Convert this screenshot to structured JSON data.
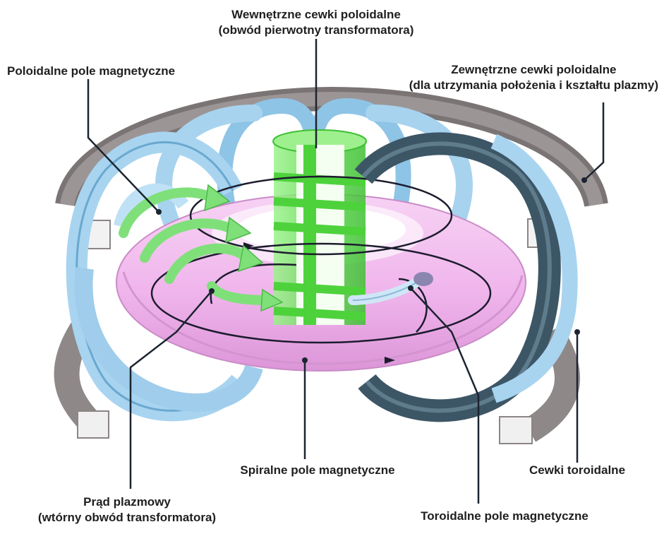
{
  "labels": {
    "inner_coils_line1": "Wewnętrzne cewki poloidalne",
    "inner_coils_line2": "(obwód pierwotny transformatora)",
    "poloidal_field": "Poloidalne pole magnetyczne",
    "outer_coils_line1": "Zewnętrzne cewki poloidalne",
    "outer_coils_line2": "(dla utrzymania położenia i kształtu plazmy)",
    "helical_field": "Spiralne pole magnetyczne",
    "toroidal_coils": "Cewki toroidalne",
    "plasma_current_line1": "Prąd plazmowy",
    "plasma_current_line2": "(wtórny obwód transformatora)",
    "toroidal_field": "Toroidalne pole magnetyczne"
  },
  "colors": {
    "torus": "#f2b8ee",
    "torus_edge": "#c98cc6",
    "tf_coil_light": "#a8d4f0",
    "tf_coil_dark": "#3d5666",
    "pf_coil": "#8c8585",
    "solenoid": "#6ee85c",
    "arrow_green": "#7fe07a",
    "leader_line": "#1c2430"
  }
}
